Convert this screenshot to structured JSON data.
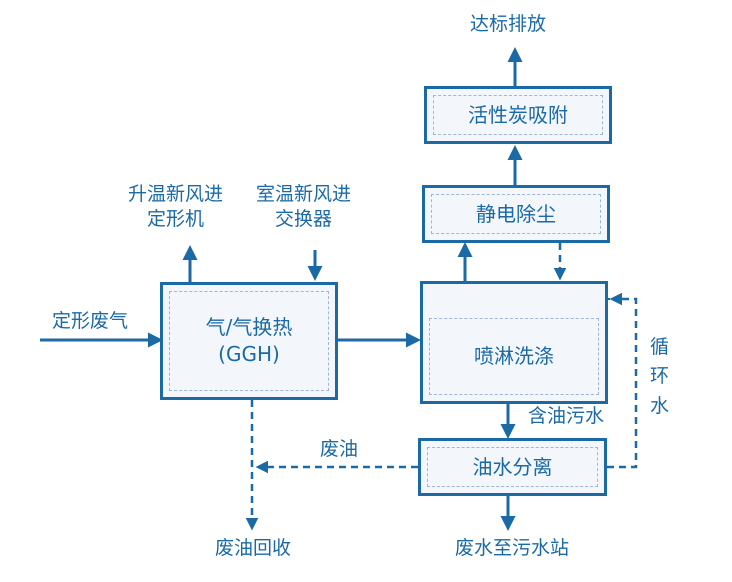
{
  "boxes": {
    "ggh_line1": "气/气换热",
    "ggh_line2": "(GGH)",
    "spray": "喷淋洗涤",
    "esp": "静电除尘",
    "carbon": "活性炭吸附",
    "separator": "油水分离"
  },
  "labels": {
    "exhaust_in": "定形废气",
    "heated_air_1": "升温新风进",
    "heated_air_2": "定形机",
    "room_air_1": "室温新风进",
    "room_air_2": "交换器",
    "discharge": "达标排放",
    "oily_water": "含油污水",
    "recirc_1": "循",
    "recirc_2": "环",
    "recirc_3": "水",
    "waste_oil": "废油",
    "oil_recovery": "废油回收",
    "to_wwtp": "废水至污水站"
  },
  "colors": {
    "line": "#1b6aa6",
    "box_fill": "#f3f6fb"
  }
}
